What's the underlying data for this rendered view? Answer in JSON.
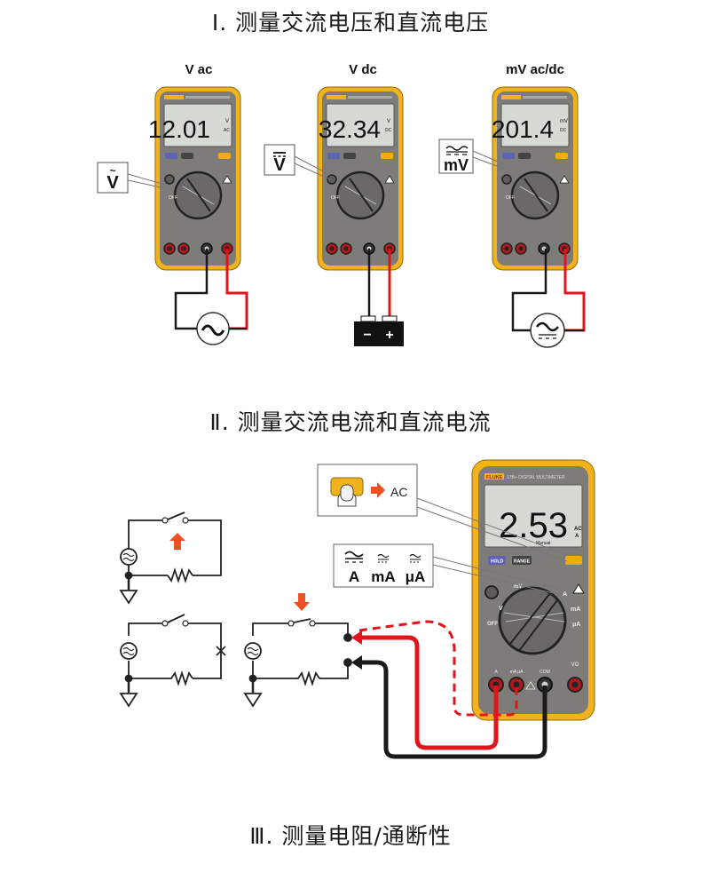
{
  "sections": [
    {
      "title": "Ⅰ. 测量交流电压和直流电压"
    },
    {
      "title": "Ⅱ. 测量交流电流和直流电流"
    },
    {
      "title": "Ⅲ. 测量电阻/通断性"
    }
  ],
  "voltage_meters": [
    {
      "mode_label": "V ac",
      "display": "12.01",
      "unit_top": "V",
      "unit_bottom": "AC",
      "callout_symbol": "Ṽ",
      "callout_mark": "~",
      "source": "ac-source"
    },
    {
      "mode_label": "V dc",
      "display": "32.34",
      "unit_top": "V",
      "unit_bottom": "DC",
      "callout_symbol": "V",
      "callout_mark": "⎓",
      "source": "battery"
    },
    {
      "mode_label": "mV ac/dc",
      "display": "201.4",
      "unit_top": "mV",
      "unit_bottom": "DC",
      "callout_symbol": "mV",
      "callout_mark": "≂",
      "source": "ac-dc-source"
    }
  ],
  "current_meter": {
    "brand": "FLUKE",
    "model": "17B+ DIGITAL MULTIMETER",
    "display": "2.53",
    "unit_top": "AC",
    "unit_bottom": "A",
    "display_sub": "Manual",
    "buttons": {
      "hold": "HOLD",
      "range": "RANGE"
    },
    "dial_labels": {
      "off": "OFF",
      "a": "A",
      "ma": "mA",
      "ua": "μA",
      "v": "V",
      "mv": "mV"
    },
    "jacks": {
      "a": "A",
      "ma_ua": "mA μA",
      "com": "COM",
      "v": "VΩ"
    },
    "callout_button": {
      "arrow_text": "AC"
    },
    "callout_modes": [
      "A",
      "mA",
      "μA"
    ]
  },
  "battery": {
    "minus": "−",
    "plus": "+"
  },
  "colors": {
    "meter_body": "#7d7c78",
    "meter_border": "#f2b21b",
    "lcd": "#d7d9d3",
    "red_lead": "#e0141b",
    "black_lead": "#1a1a1a",
    "arrow_orange": "#f04e23",
    "hold_button": "#5c63b5",
    "yellow_button": "#f6a910"
  }
}
